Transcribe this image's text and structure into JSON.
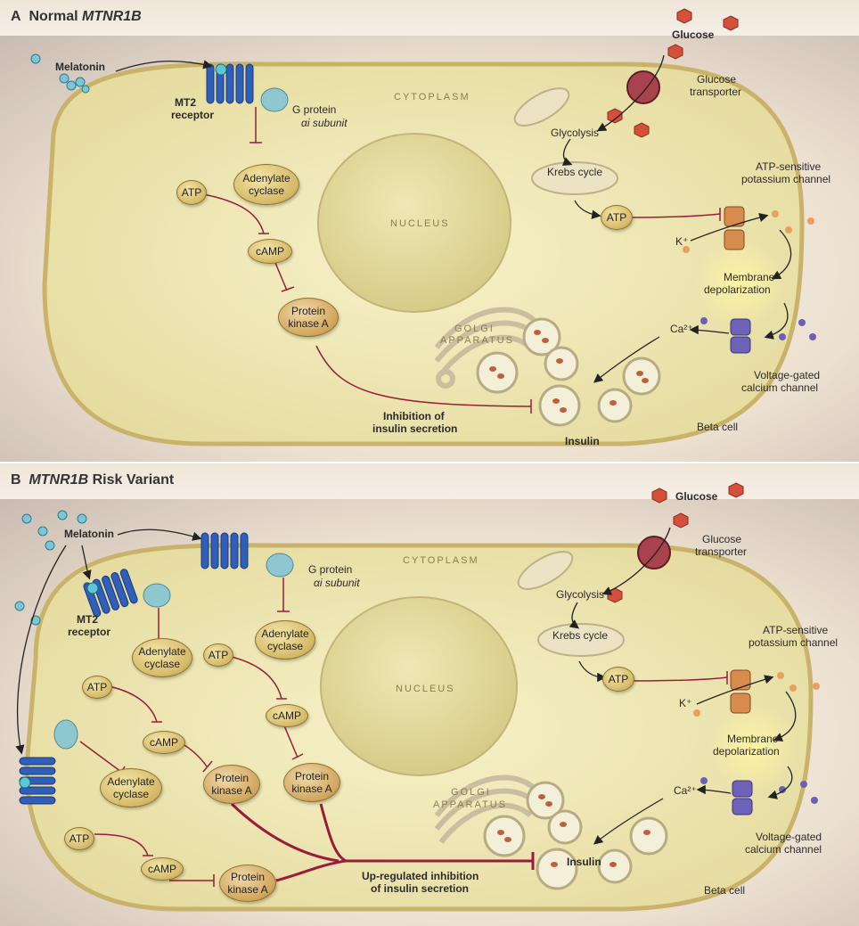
{
  "panelA": {
    "letter": "A",
    "title_plain": "Normal",
    "title_italic": "MTNR1B",
    "labels": {
      "melatonin": "Melatonin",
      "mt2": "MT2",
      "receptor": "receptor",
      "gprotein": "G protein",
      "alpha": "αi subunit",
      "cytoplasm": "CYTOPLASM",
      "nucleus": "NUCLEUS",
      "golgi1": "GOLGI",
      "golgi2": "APPARATUS",
      "glucose": "Glucose",
      "glut1": "Glucose",
      "glut2": "transporter",
      "glycolysis": "Glycolysis",
      "krebs": "Krebs cycle",
      "atp_ch1": "ATP-sensitive",
      "atp_ch2": "potassium channel",
      "kplus": "K⁺",
      "membrane1": "Membrane",
      "membrane2": "depolarization",
      "ca": "Ca²⁺",
      "vgcc1": "Voltage-gated",
      "vgcc2": "calcium channel",
      "betacell": "Beta cell",
      "insulin": "Insulin",
      "inhib1": "Inhibition of",
      "inhib2": "insulin secretion"
    },
    "pills": {
      "atp_left": "ATP",
      "adenylate": "Adenylate cyclase",
      "camp": "cAMP",
      "pka": "Protein kinase A",
      "atp_right": "ATP"
    }
  },
  "panelB": {
    "letter": "B",
    "title_italic": "MTNR1B",
    "title_plain": "Risk Variant",
    "labels": {
      "melatonin": "Melatonin",
      "mt2": "MT2",
      "receptor": "receptor",
      "gprotein": "G protein",
      "alpha": "αi subunit",
      "cytoplasm": "CYTOPLASM",
      "nucleus": "NUCLEUS",
      "golgi1": "GOLGI",
      "golgi2": "APPARATUS",
      "glucose": "Glucose",
      "glut1": "Glucose",
      "glut2": "transporter",
      "glycolysis": "Glycolysis",
      "krebs": "Krebs cycle",
      "atp_ch1": "ATP-sensitive",
      "atp_ch2": "potassium channel",
      "kplus": "K⁺",
      "membrane1": "Membrane",
      "membrane2": "depolarization",
      "ca": "Ca²⁺",
      "vgcc1": "Voltage-gated",
      "vgcc2": "calcium channel",
      "betacell": "Beta cell",
      "insulin": "Insulin",
      "upreg1": "Up-regulated inhibition",
      "upreg2": "of insulin secretion"
    },
    "pills": {
      "adenylate": "Adenylate cyclase",
      "atp": "ATP",
      "camp": "cAMP",
      "pka": "Protein kinase A",
      "atp_right": "ATP"
    }
  },
  "colors": {
    "receptor": "#2f5fb8",
    "inhibit": "#9b1c3a",
    "glucose": "#c0392b",
    "gprotein": "#8ec7cf"
  }
}
